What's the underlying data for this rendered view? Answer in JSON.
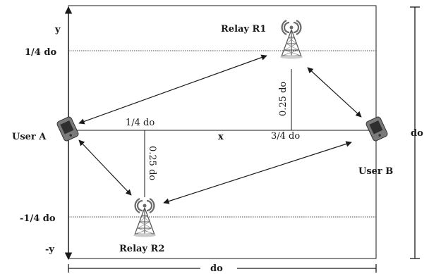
{
  "axes": {
    "y_top": "y",
    "y_bottom": "-y",
    "y_quarter": "1/4 do",
    "y_neg_quarter": "-1/4 do",
    "x_mid": "x",
    "width_label": "do",
    "height_label": "do"
  },
  "nodes": {
    "user_a": "User A",
    "user_b": "User B",
    "relay_r1": "Relay R1",
    "relay_r2": "Relay R2"
  },
  "distances": {
    "left_quarter": "1/4 do",
    "right_three_quarter": "3/4 do",
    "r1_offset": "0.25 do",
    "r2_offset": "0.25 do"
  },
  "colors": {
    "line": "#1a1a1a",
    "tower": "#555555",
    "signal": "#6a6a6a",
    "device_body": "#7a7a7a",
    "device_screen": "#2f2f2f"
  },
  "icons": {
    "relay": "antenna-tower-icon",
    "user": "handheld-device-icon"
  }
}
